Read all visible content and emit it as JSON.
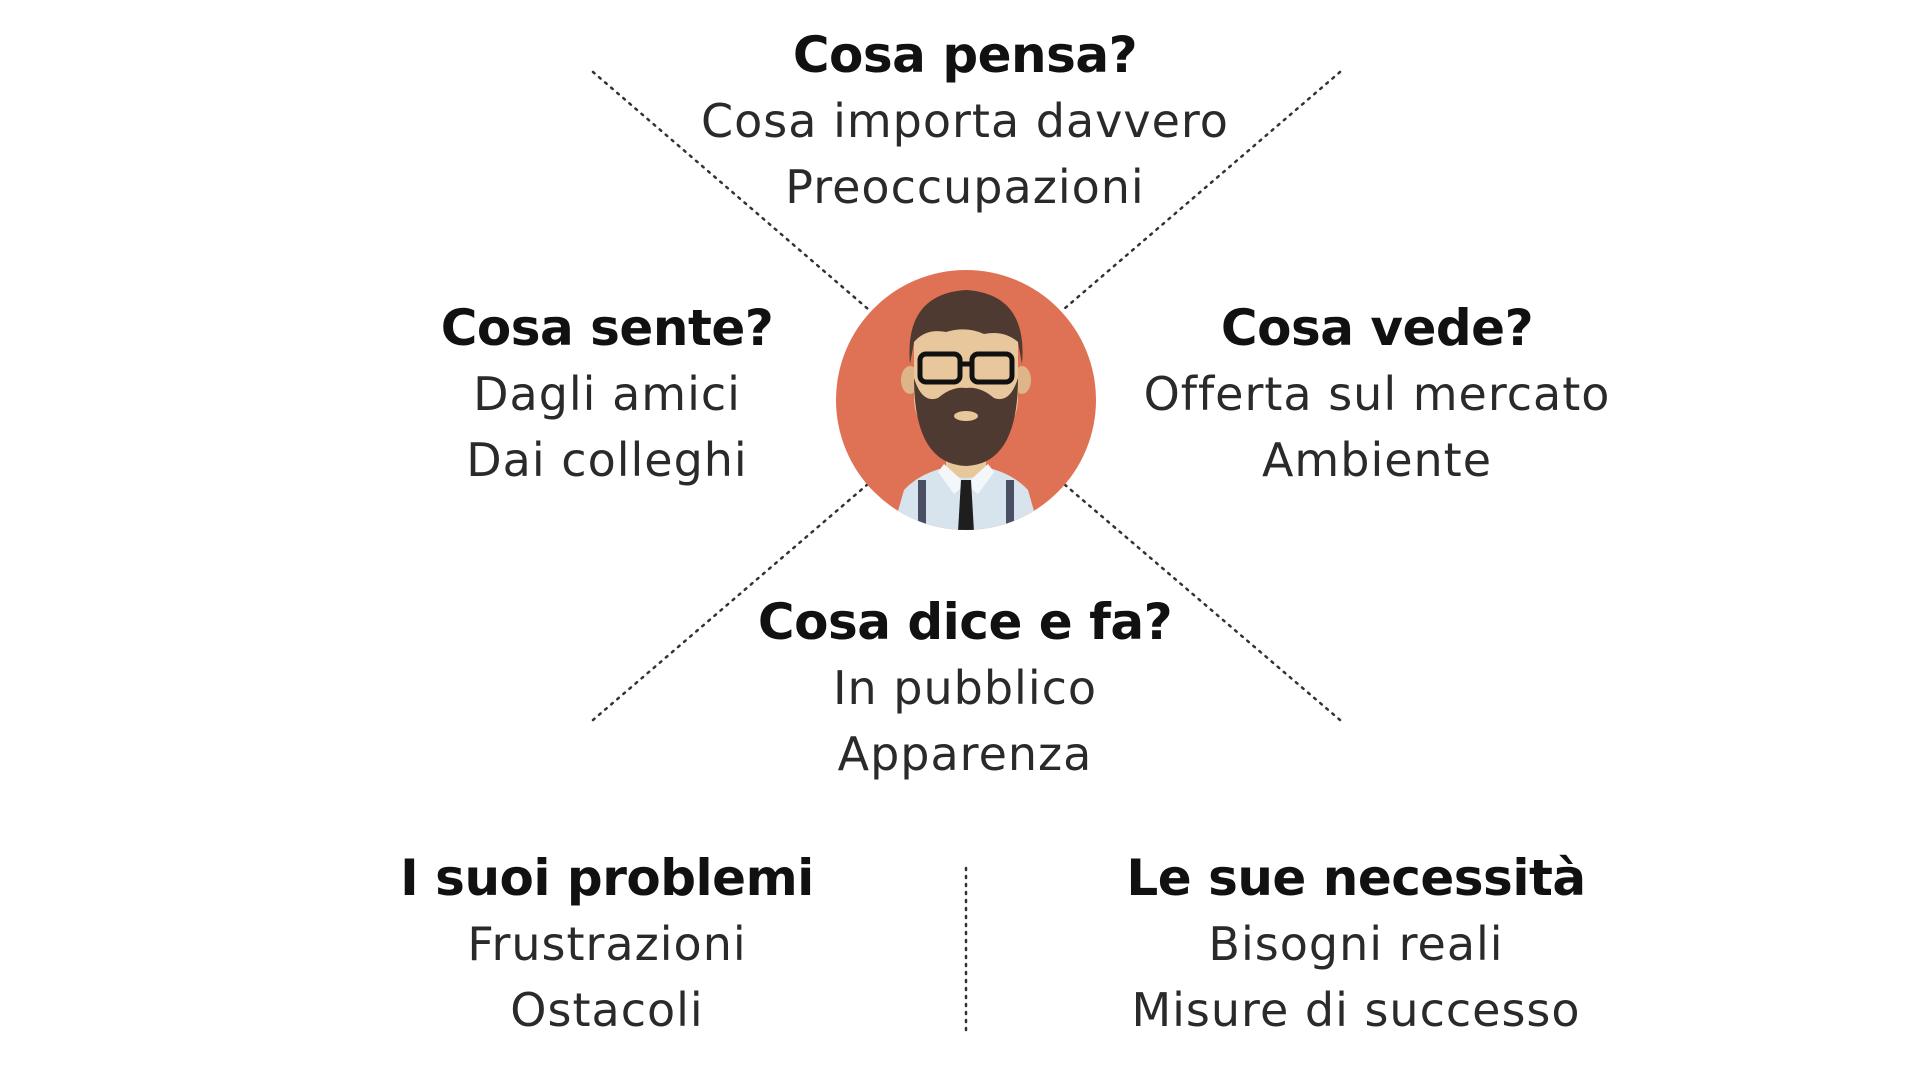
{
  "colors": {
    "avatar_bg": "#DF7254",
    "hair": "#4E3A31",
    "skin": "#E9C79D",
    "shirt": "#D7E4EE",
    "tie": "#1E1E1E",
    "dots": "#333333"
  },
  "quadrants": {
    "thinks": {
      "heading": "Cosa pensa?",
      "lines": [
        "Cosa importa davvero",
        "Preoccupazioni"
      ]
    },
    "hears": {
      "heading": "Cosa sente?",
      "lines": [
        "Dagli amici",
        "Dai colleghi"
      ]
    },
    "sees": {
      "heading": "Cosa vede?",
      "lines": [
        "Offerta sul mercato",
        "Ambiente"
      ]
    },
    "says_does": {
      "heading": "Cosa dice e fa?",
      "lines": [
        "In pubblico",
        "Apparenza"
      ]
    }
  },
  "bottom": {
    "pains": {
      "heading": "I suoi problemi",
      "lines": [
        "Frustrazioni",
        "Ostacoli"
      ]
    },
    "gains": {
      "heading": "Le sue necessità",
      "lines": [
        "Bisogni reali",
        "Misure di successo"
      ]
    }
  },
  "avatar_icon": "bearded-man-avatar-icon"
}
